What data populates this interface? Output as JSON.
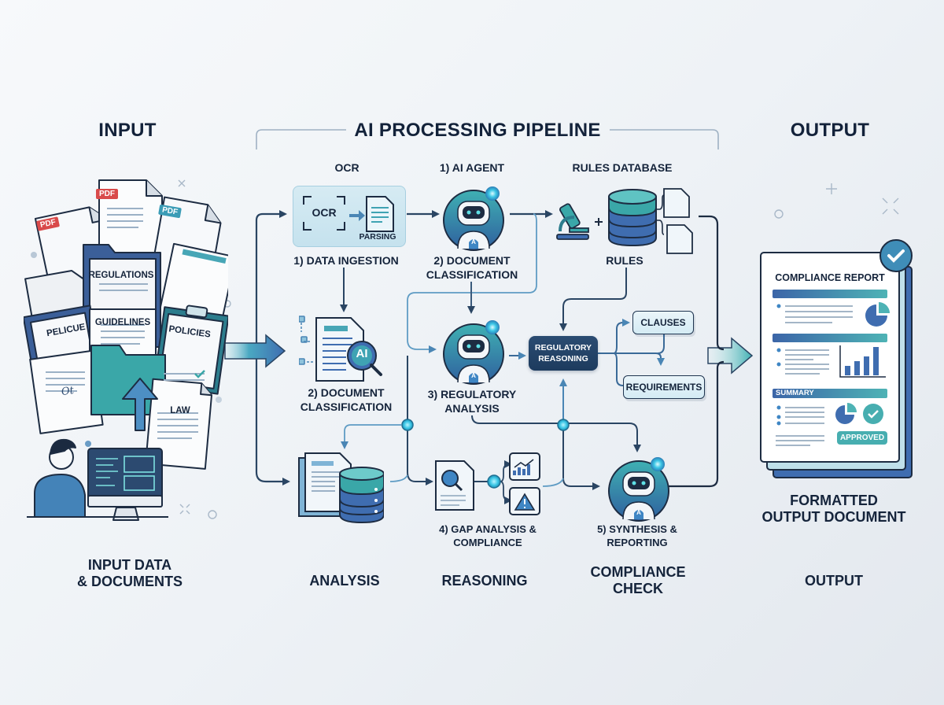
{
  "headers": {
    "input": "INPUT",
    "pipeline": "AI PROCESSING PIPELINE",
    "output": "OUTPUT"
  },
  "input": {
    "doc_tags": [
      "PDF",
      "PDF",
      "PDF"
    ],
    "documents": [
      "REGULATIONS",
      "PELICUE",
      "GUIDELINES",
      "POLICIES",
      "LAW"
    ],
    "signature": "Ot",
    "caption": [
      "INPUT DATA",
      "& DOCUMENTS"
    ]
  },
  "pipeline": {
    "ocr": {
      "top_label": "OCR",
      "scanner_label": "OCR",
      "parsing_label": "PARSING",
      "caption": "1) DATA INGESTION"
    },
    "agent1": {
      "top_label": "1) AI AGENT",
      "caption": [
        "2) DOCUMENT",
        "CLASSIFICATION"
      ]
    },
    "rules": {
      "top_label": "RULES DATABASE",
      "caption": "RULES"
    },
    "doc_class": {
      "badge": "AI",
      "caption": [
        "2) DOCUMENT",
        "CLASSIFICATION"
      ]
    },
    "reg_analysis": {
      "caption": [
        "3) REGULATORY",
        "ANALYSIS"
      ]
    },
    "reg_reasoning": {
      "label": [
        "REGULATORY",
        "REASONING"
      ]
    },
    "outputs": {
      "clauses": "CLAUSES",
      "requirements": "REQUIREMENTS"
    },
    "gap": {
      "caption": [
        "4) GAP ANALYSIS &",
        "COMPLIANCE"
      ]
    },
    "synthesis": {
      "caption": [
        "5) SYNTHESIS &",
        "REPORTING"
      ]
    },
    "robot_badge": "A"
  },
  "output": {
    "report_title": "COMPLIANCE REPORT",
    "summary_label": "SUMMARY",
    "approved_label": "APPROVED",
    "caption": [
      "FORMATTED",
      "OUTPUT DOCUMENT"
    ]
  },
  "footer": {
    "analysis": "ANALYSIS",
    "reasoning": "REASONING",
    "compliance": [
      "COMPLIANCE",
      "CHECK"
    ],
    "output": "OUTPUT"
  },
  "colors": {
    "navy": "#1d2c42",
    "teal": "#3fb0b3",
    "blue": "#3f6db0",
    "light_blue": "#cfe7f1",
    "pdf_red": "#d94a4a",
    "pdf_teal": "#3a9cb6",
    "glow": "#3cc7e6"
  }
}
